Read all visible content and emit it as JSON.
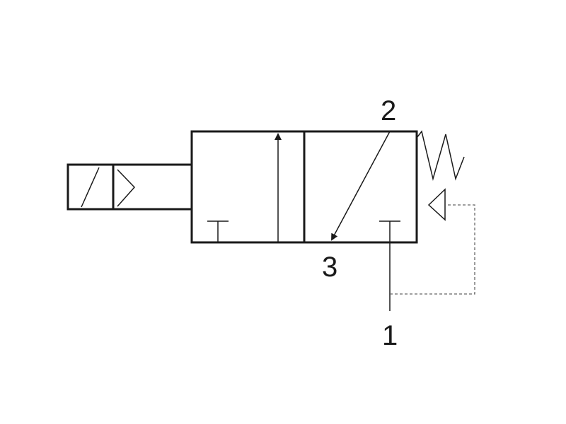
{
  "diagram": {
    "ports": {
      "outlet": "2",
      "exhaust": "3",
      "supply": "1"
    },
    "colors": {
      "line": "#1a1a1a",
      "background": "#ffffff"
    }
  }
}
